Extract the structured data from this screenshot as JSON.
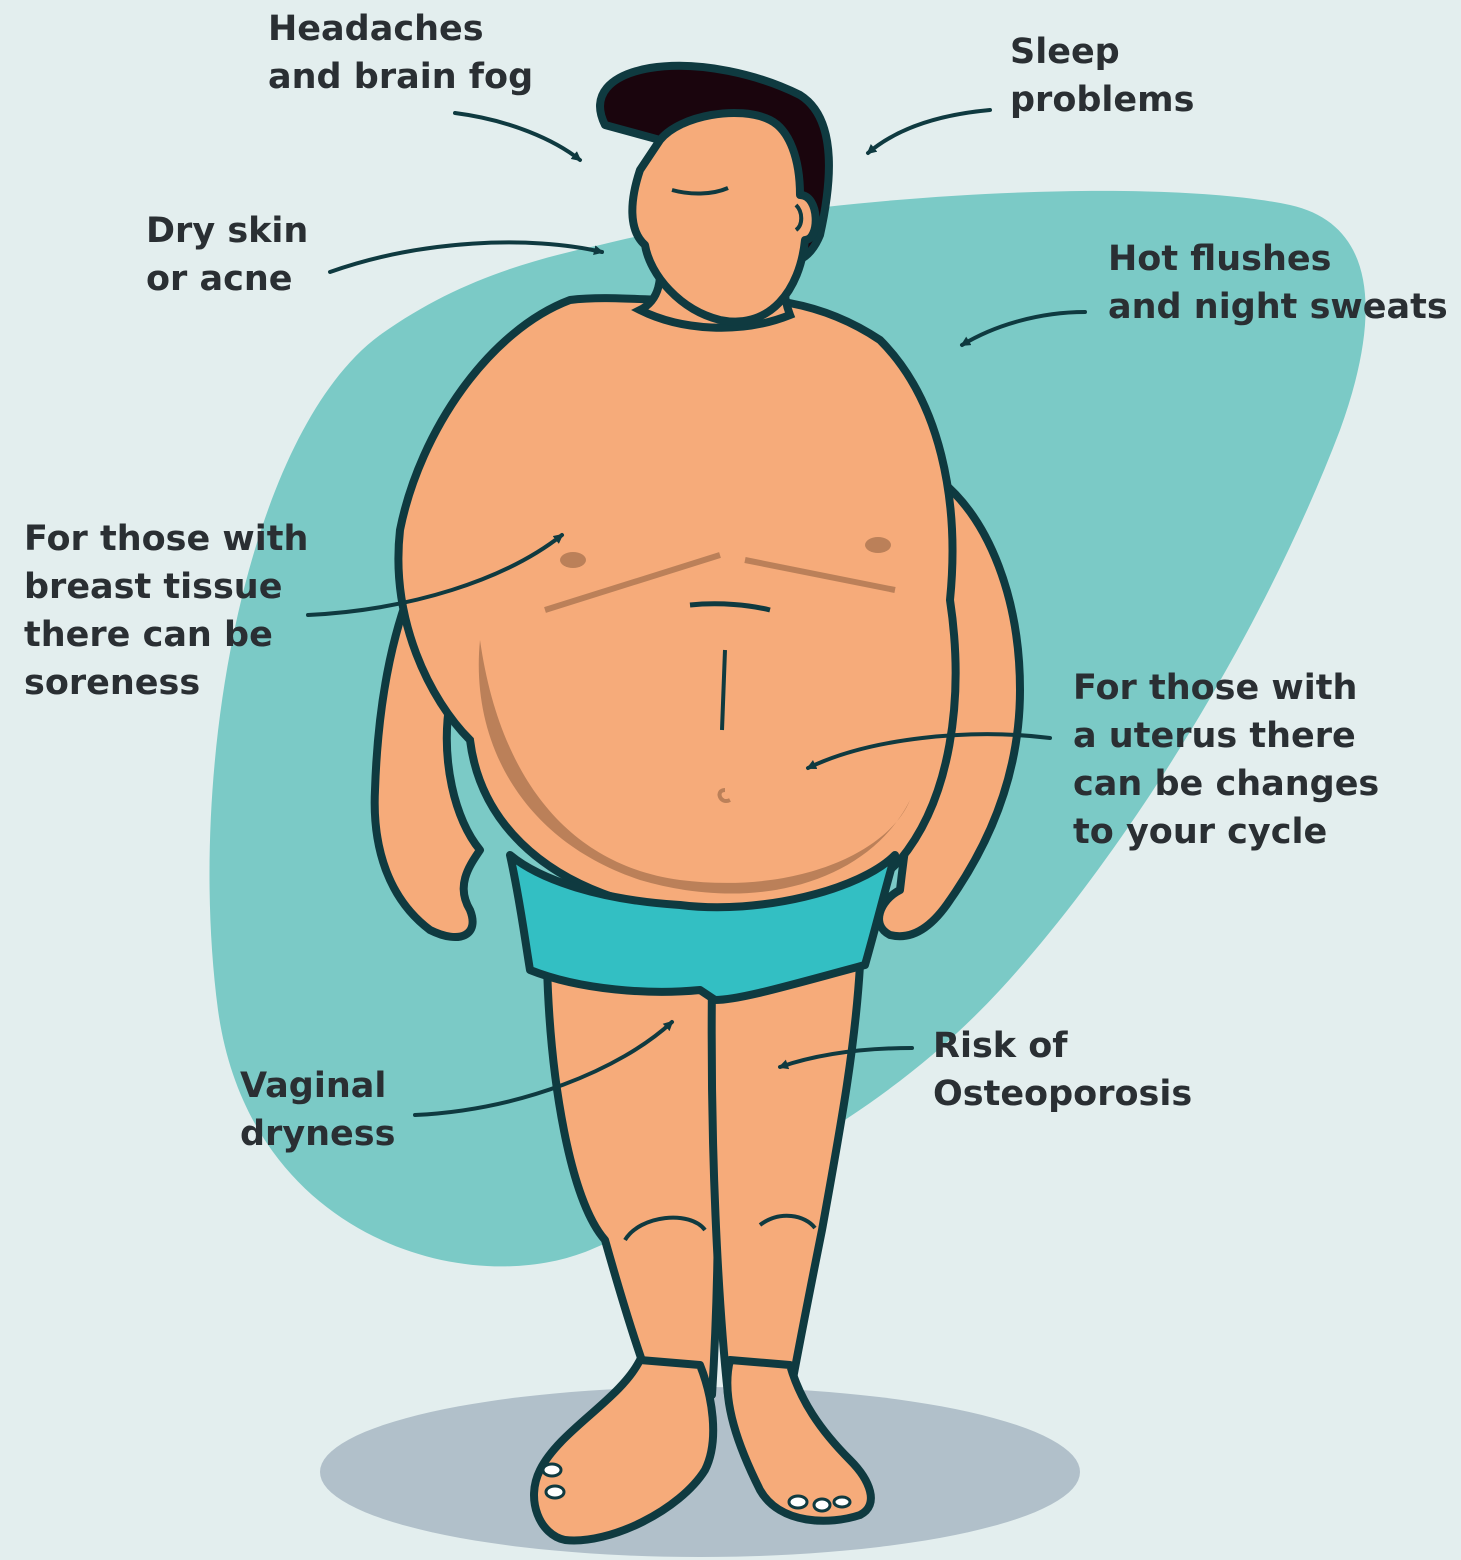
{
  "colors": {
    "background": "#e3eeee",
    "blob": "#7bcac6",
    "skin": "#f6ab7a",
    "skin_shadow": "#bb8059",
    "outline": "#0f3a40",
    "hair": "#1a050d",
    "shorts": "#33bfc3",
    "floor_shadow": "#b1c0ca",
    "text": "#2a2f33"
  },
  "labels": {
    "headaches": [
      "Headaches",
      "and brain fog"
    ],
    "sleep": [
      "Sleep",
      "problems"
    ],
    "dry_skin": [
      "Dry skin",
      "or acne"
    ],
    "hot_flushes": [
      "Hot flushes",
      "and night sweats"
    ],
    "breast": [
      "For those with",
      "breast tissue",
      "there can be",
      "soreness"
    ],
    "uterus": [
      "For those with",
      "a uterus there",
      "can be changes",
      "to your cycle"
    ],
    "vaginal": [
      "Vaginal",
      "dryness"
    ],
    "osteoporosis": [
      "Risk of",
      "Osteoporosis"
    ]
  }
}
